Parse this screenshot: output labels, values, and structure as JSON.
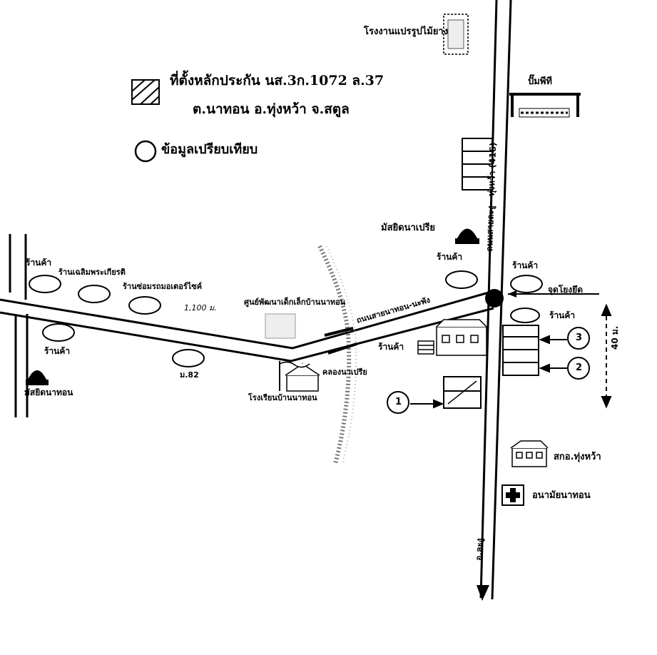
{
  "legend": {
    "site_title": "ที่ตั้งหลักประกัน นส.3ก.1072 ล.37",
    "site_subtitle": "ต.นาทอน  อ.ทุ่งหว้า จ.สตูล",
    "comparable_label": "ข้อมูลเปรียบเทียบ"
  },
  "landmarks": {
    "sawmill": "โรงงานแปรรูปไม้ยาง",
    "gas_station": "ปั๊มพีที",
    "mosque_right": "มัสยิดนาเปรีย",
    "mosque_left": "มัสยิดนาทอน",
    "shop_1": "ร้านค้า",
    "shop_2": "ร้านเฉลิมพระเกียรติ",
    "shop_3": "ร้านซ่อมรถมอเตอร์ไซค์",
    "shop_4": "ร้านค้า",
    "shop_5": "ร้านค้า",
    "shop_6": "ร้านค้า",
    "shop_7": "ร้านค้า",
    "shop_8": "ร้านค้า",
    "house_m82": "ม.82",
    "child_center": "ศูนย์พัฒนาเด็กเล็กบ้านนาทอน",
    "school": "โรงเรียนบ้านนาทอน",
    "canal": "คลองนาเปรีย",
    "junction": "จุดโยงยึด",
    "agri_office": "สกอ.ทุ่งหว้า",
    "health_station": "อนามัยนาทอน"
  },
  "roads": {
    "main_road": "ถนนสายละงู - ทุ่งหว้า (416)",
    "branch_road": "ถนนสายนาทอน-นะพัง",
    "bottom_direction": "อ.ละงู",
    "distance_left": "1,100 ม.",
    "distance_right": "40 ม."
  },
  "markers": [
    "1",
    "2",
    "3"
  ],
  "colors": {
    "ink": "#000000",
    "paper": "#ffffff",
    "road_fill": "#ffffff"
  }
}
